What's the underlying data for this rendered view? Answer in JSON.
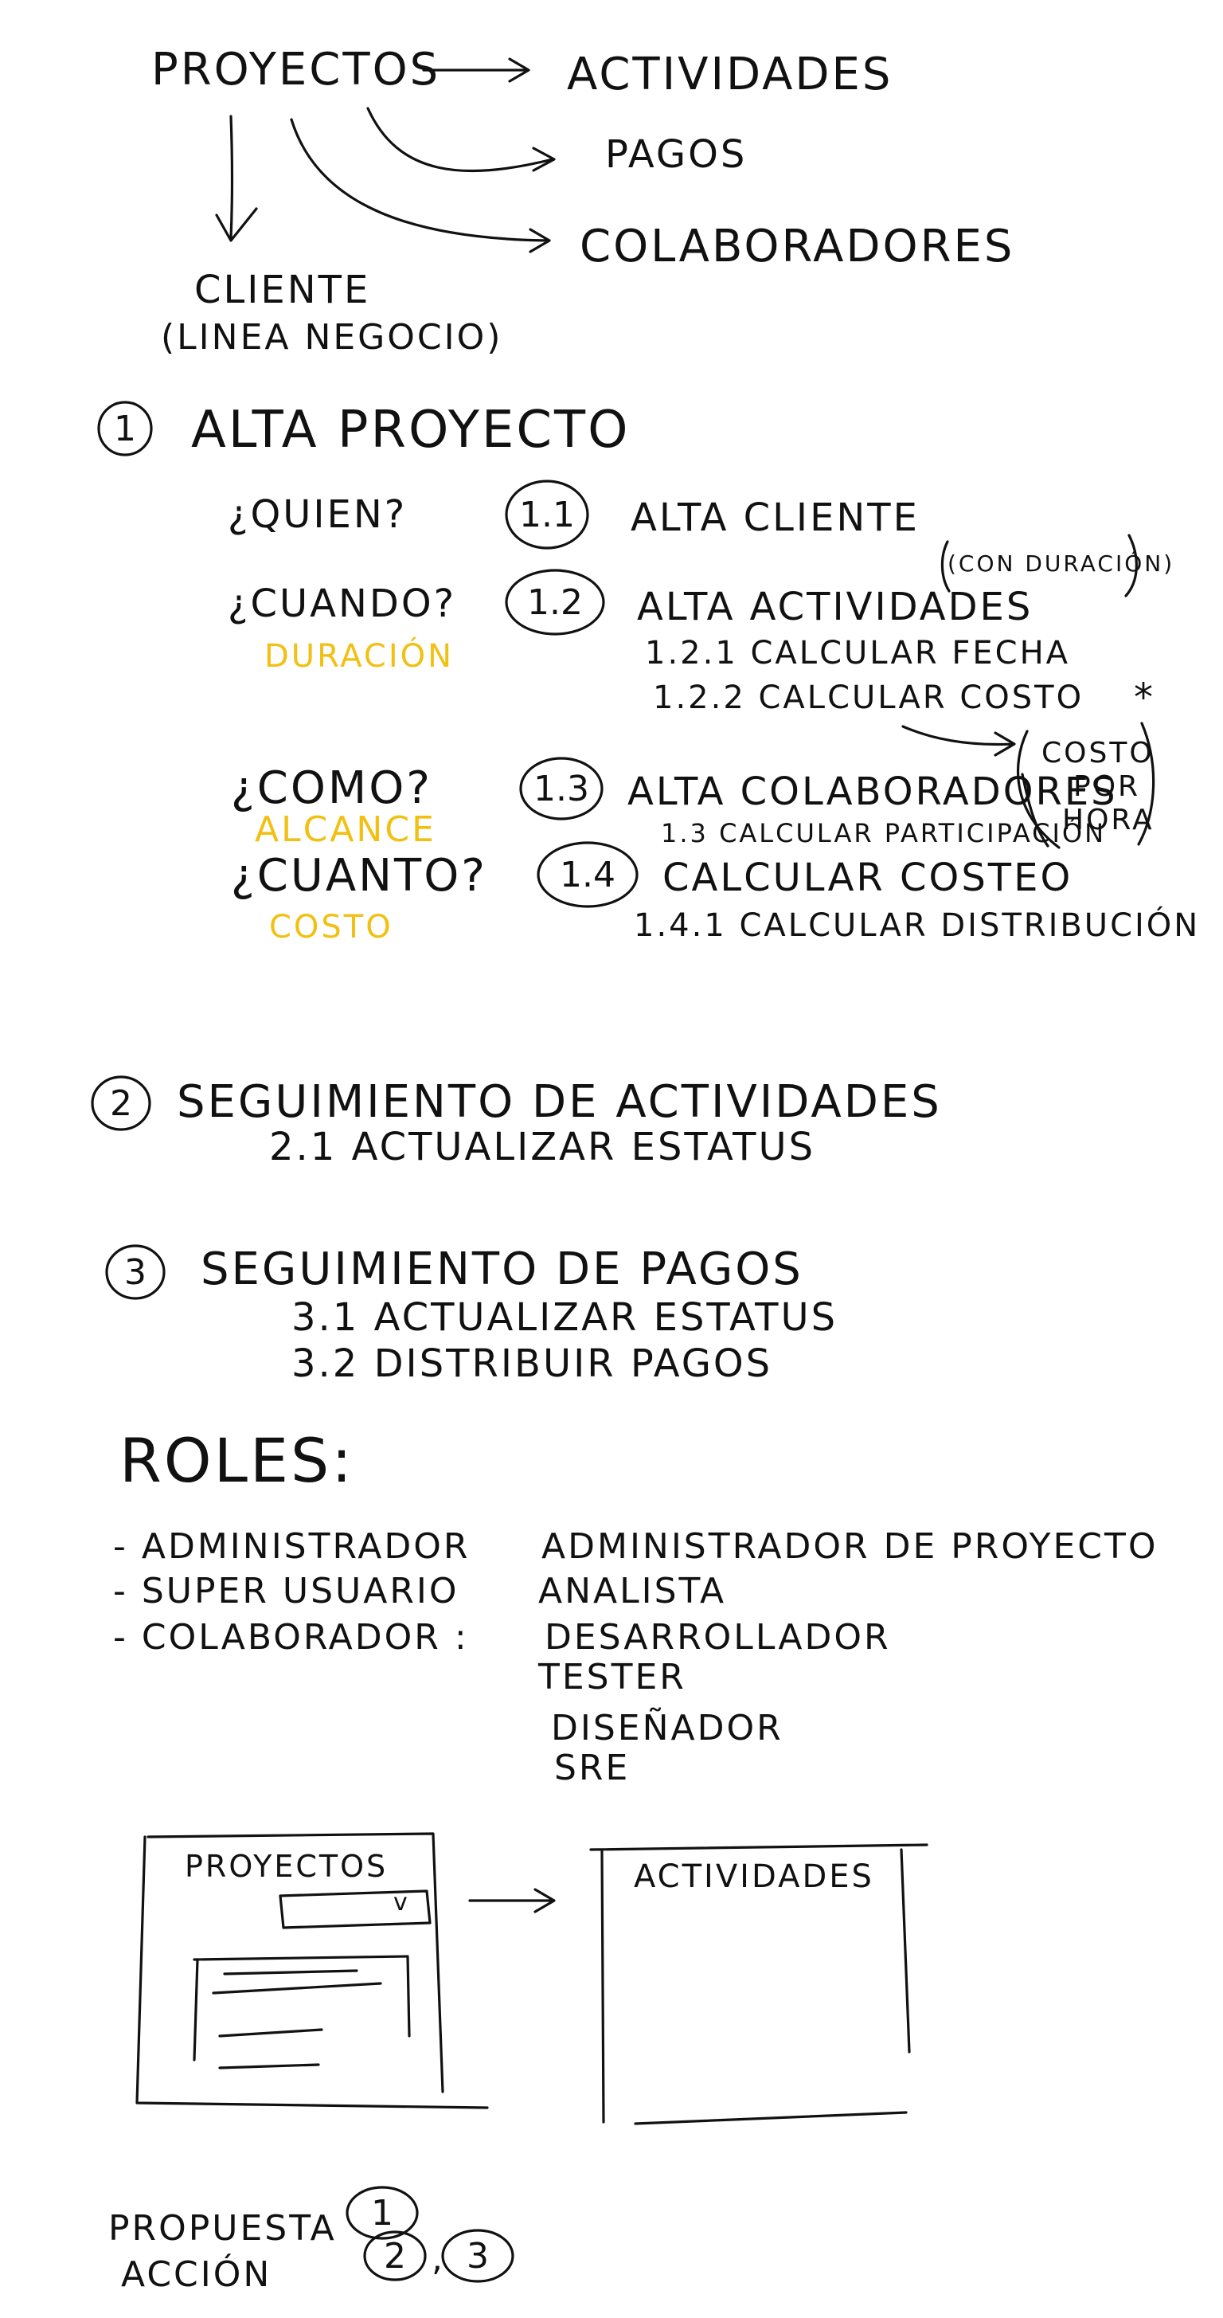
{
  "top": {
    "proyectos": "PROYECTOS",
    "actividades": "ACTIVIDADES",
    "pagos": "PAGOS",
    "colaboradores": "COLABORADORES",
    "cliente": "CLIENTE",
    "linea_negocio": "(LINEA NEGOCIO)"
  },
  "alta": {
    "num": "1",
    "title": "ALTA PROYECTO",
    "quien": "¿QUIEN?",
    "cuando": "¿CUANDO?",
    "duracion": "DURACIÓN",
    "como": "¿COMO?",
    "alcance": "ALCANCE",
    "cuanto": "¿CUANTO?",
    "costo": "COSTO",
    "n11": "1.1",
    "alta_cliente": "ALTA CLIENTE",
    "n12": "1.2",
    "alta_actividades": "ALTA ACTIVIDADES",
    "con_duracion": "(CON DURACIÓN)",
    "s121": "1.2.1 CALCULAR FECHA",
    "s122": "1.2.2 CALCULAR COSTO",
    "asterisk": "*",
    "costo_por_hora_1": "COSTO",
    "costo_por_hora_2": "POR",
    "costo_por_hora_3": "HORA",
    "n13": "1.3",
    "alta_colaboradores": "ALTA COLABORADORES",
    "s13": "1.3 CALCULAR PARTICIPACIÓN",
    "n14": "1.4",
    "calcular_costeo": "CALCULAR COSTEO",
    "s141": "1.4.1 CALCULAR DISTRIBUCIÓN"
  },
  "seg_act": {
    "num": "2",
    "title": "SEGUIMIENTO DE ACTIVIDADES",
    "s21": "2.1 ACTUALIZAR ESTATUS"
  },
  "seg_pagos": {
    "num": "3",
    "title": "SEGUIMIENTO DE PAGOS",
    "s31": "3.1  ACTUALIZAR ESTATUS",
    "s32": "3.2  DISTRIBUIR PAGOS"
  },
  "roles": {
    "title": "ROLES:",
    "left": [
      "- ADMINISTRADOR",
      "- SUPER USUARIO",
      "- COLABORADOR :"
    ],
    "right": [
      "ADMINISTRADOR DE PROYECTO",
      "ANALISTA",
      "DESARROLLADOR",
      "TESTER",
      "DISEÑADOR",
      "SRE"
    ]
  },
  "wireframe": {
    "proyectos_title": "PROYECTOS",
    "dropdown_mark": "v",
    "actividades_title": "ACTIVIDADES"
  },
  "propuesta": {
    "line1": "PROPUESTA",
    "line2": "ACCIÓN",
    "n1": "1",
    "n2": "2",
    "sep": ",",
    "n3": "3"
  }
}
